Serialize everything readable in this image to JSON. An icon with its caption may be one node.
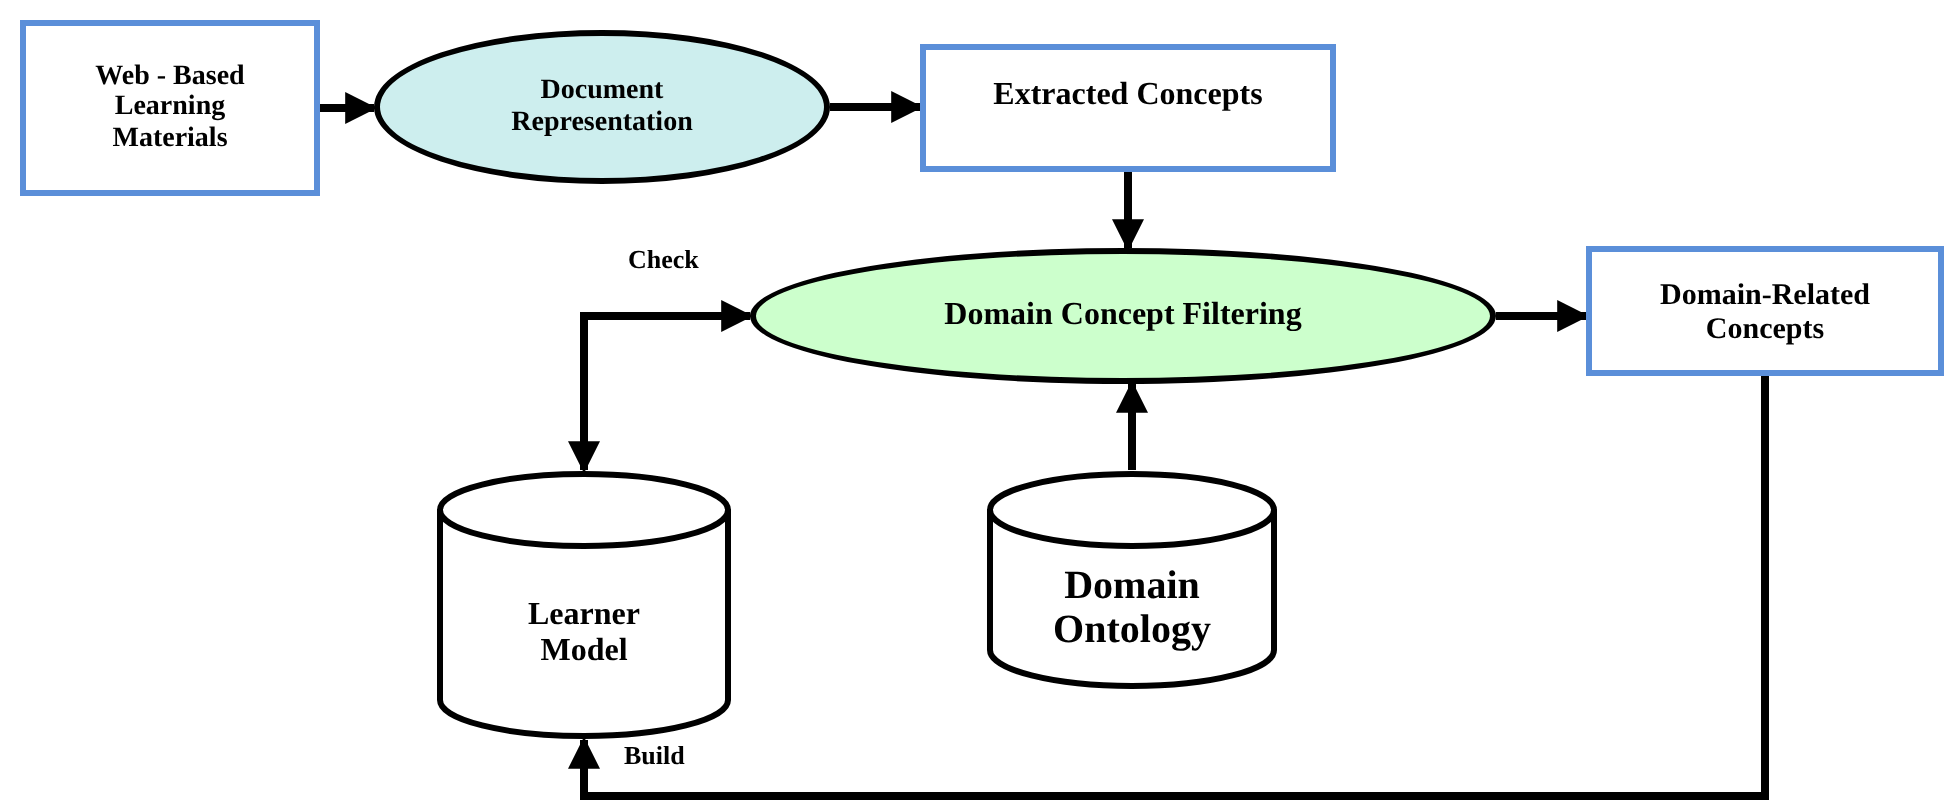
{
  "diagram": {
    "nodes": [
      {
        "text": [
          "Web - Based Learning Materials"
        ]
      },
      {
        "text": [
          "Document Representation"
        ]
      },
      {
        "text": [
          "Extracted Concepts"
        ]
      },
      {
        "text": [
          "Domain Concept Filtering"
        ]
      },
      {
        "text": [
          "Domain-Related Concepts"
        ]
      },
      {
        "text": [
          "Learner Model"
        ]
      },
      {
        "text": [
          "Domain Ontology"
        ]
      }
    ],
    "edges": [
      {
        "from": 0,
        "to": 1,
        "arrow": "to"
      },
      {
        "from": 1,
        "to": 2,
        "arrow": "to"
      },
      {
        "from": 2,
        "to": 3,
        "arrow": "to"
      },
      {
        "from": 5,
        "to": 3,
        "arrow": "both",
        "label": "Check"
      },
      {
        "from": 6,
        "to": 3,
        "arrow": "to"
      },
      {
        "from": 3,
        "to": 4,
        "arrow": "to"
      },
      {
        "from": 4,
        "to": 5,
        "arrow": "to",
        "label": "Build"
      }
    ]
  }
}
